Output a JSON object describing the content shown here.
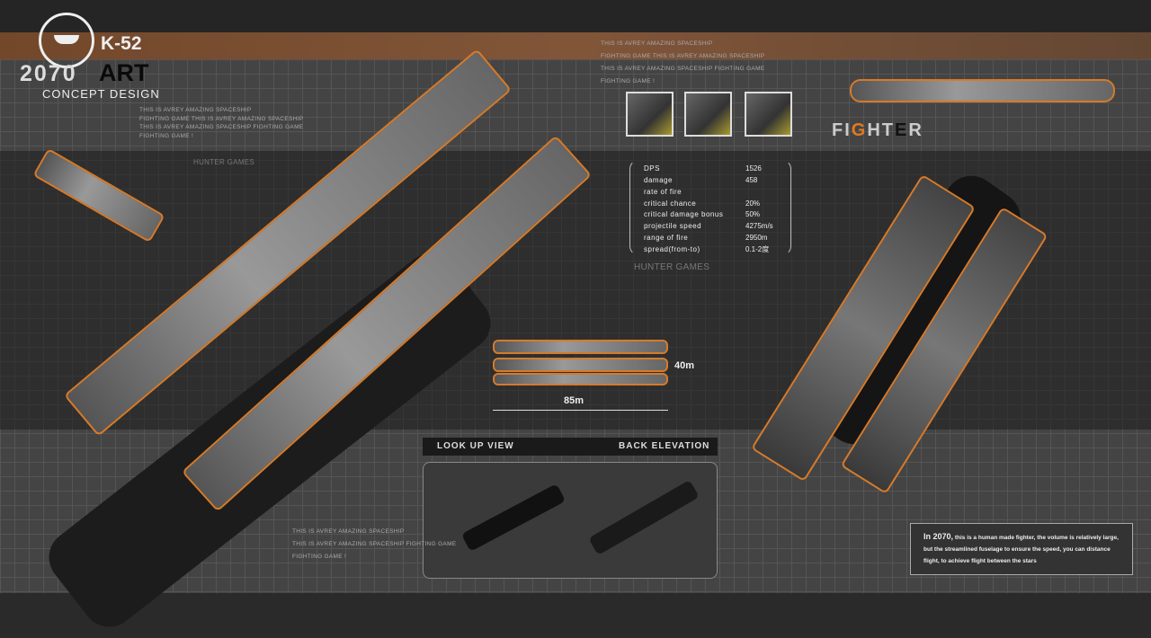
{
  "header": {
    "model": "K-52",
    "year": "2070",
    "art": "ART",
    "subtitle": "CONCEPT DESIGN"
  },
  "filler_text": [
    "THIS IS AVREY AMAZING SPACESHIP",
    "FIGHTING GAME  THIS IS AVREY AMAZING SPACESHIP",
    "THIS IS AVREY AMAZING SPACESHIP  FIGHTING GAME",
    "FIGHTING GAME !"
  ],
  "watermark": "HUNTER GAMES",
  "class_label": {
    "pre": "FI",
    "accent": "G",
    "mid": "HT",
    "dark": "E",
    "post": "R"
  },
  "stats": [
    {
      "label": "DPS",
      "value": "1526"
    },
    {
      "label": "damage",
      "value": "458"
    },
    {
      "label": "rate of fire",
      "value": ""
    },
    {
      "label": "critical chance",
      "value": "20%"
    },
    {
      "label": "critical damage bonus",
      "value": "50%"
    },
    {
      "label": "projectile speed",
      "value": "4275m/s"
    },
    {
      "label": "range of fire",
      "value": "2950m"
    },
    {
      "label": "spread(from-to)",
      "value": "0.1-2度"
    }
  ],
  "dimensions": {
    "width": "40m",
    "length": "85m"
  },
  "views": {
    "look_up": "LOOK UP VIEW",
    "back": "BACK ELEVATION"
  },
  "description": {
    "lead": "In 2070,",
    "body": "this is a human made fighter, the volume is relatively large, but the streamlined fuselage to ensure the speed, you can distance flight, to achieve flight between the stars"
  },
  "colors": {
    "accent": "#e07a20",
    "band": "#7a4a2a"
  }
}
